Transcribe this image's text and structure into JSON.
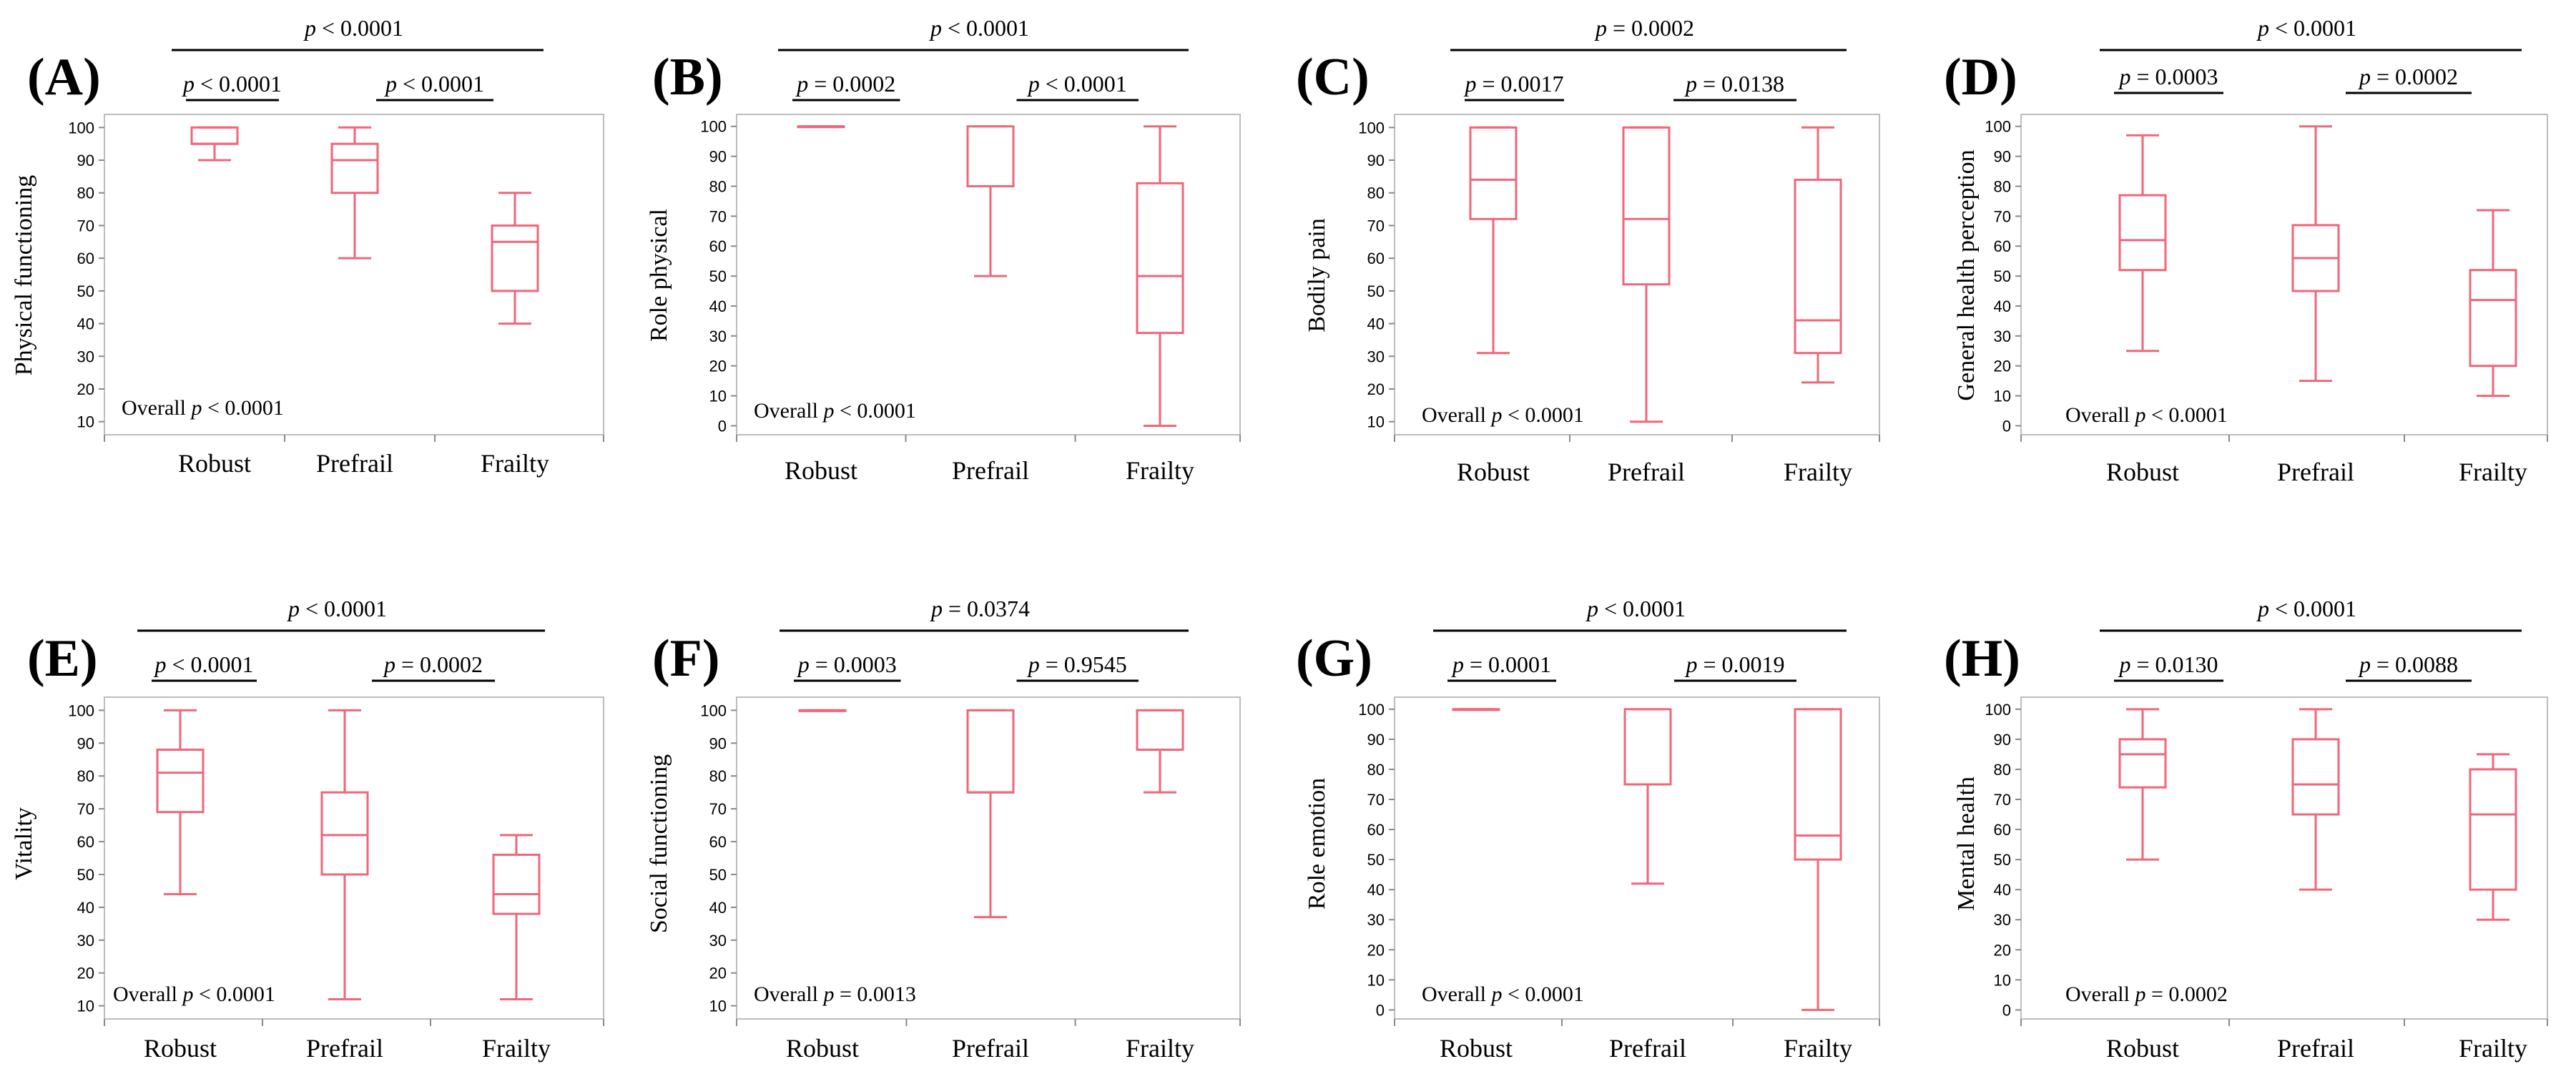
{
  "figure": {
    "box_color": "#f0667a",
    "frame_color": "#bdbdbd",
    "tick_color": "#8a8a8a",
    "bracket_color": "#000000"
  },
  "chart_data": [
    {
      "type": "box",
      "panel": "(A)",
      "ylabel": "Physical functioning",
      "categories": [
        "Robust",
        "Prefrail",
        "Frailty"
      ],
      "yticks": [
        10,
        20,
        30,
        40,
        50,
        60,
        70,
        80,
        90,
        100
      ],
      "ylim": [
        6,
        104
      ],
      "boxes": [
        {
          "category": "Robust",
          "min": 90,
          "q1": 95,
          "median": 95,
          "q3": 100,
          "max": 100
        },
        {
          "category": "Prefrail",
          "min": 60,
          "q1": 80,
          "median": 90,
          "q3": 95,
          "max": 100
        },
        {
          "category": "Frailty",
          "min": 40,
          "q1": 50,
          "median": 65,
          "q3": 70,
          "max": 80
        }
      ],
      "comparisons": {
        "top": "< 0.0001",
        "left": "< 0.0001",
        "right": "< 0.0001"
      },
      "overall": {
        "label": "Overall",
        "value": "< 0.0001"
      }
    },
    {
      "type": "box",
      "panel": "(B)",
      "ylabel": "Role physical",
      "categories": [
        "Robust",
        "Prefrail",
        "Frailty"
      ],
      "yticks": [
        0,
        10,
        20,
        30,
        40,
        50,
        60,
        70,
        80,
        90,
        100
      ],
      "ylim": [
        -3,
        104
      ],
      "boxes": [
        {
          "category": "Robust",
          "min": 100,
          "q1": 100,
          "median": 100,
          "q3": 100,
          "max": 100
        },
        {
          "category": "Prefrail",
          "min": 50,
          "q1": 80,
          "median": 80,
          "q3": 100,
          "max": 100
        },
        {
          "category": "Frailty",
          "min": 0,
          "q1": 31,
          "median": 50,
          "q3": 81,
          "max": 100
        }
      ],
      "comparisons": {
        "top": "< 0.0001",
        "left": "= 0.0002",
        "right": "< 0.0001"
      },
      "overall": {
        "label": "Overall",
        "value": "< 0.0001"
      }
    },
    {
      "type": "box",
      "panel": "(C)",
      "ylabel": "Bodily pain",
      "categories": [
        "Robust",
        "Prefrail",
        "Frailty"
      ],
      "yticks": [
        10,
        20,
        30,
        40,
        50,
        60,
        70,
        80,
        90,
        100
      ],
      "ylim": [
        6,
        104
      ],
      "boxes": [
        {
          "category": "Robust",
          "min": 31,
          "q1": 72,
          "median": 84,
          "q3": 100,
          "max": 100
        },
        {
          "category": "Prefrail",
          "min": 10,
          "q1": 52,
          "median": 72,
          "q3": 100,
          "max": 100
        },
        {
          "category": "Frailty",
          "min": 22,
          "q1": 31,
          "median": 41,
          "q3": 84,
          "max": 100
        }
      ],
      "comparisons": {
        "top": "= 0.0002",
        "left": "= 0.0017",
        "right": "= 0.0138"
      },
      "overall": {
        "label": "Overall",
        "value": "< 0.0001"
      }
    },
    {
      "type": "box",
      "panel": "(D)",
      "ylabel": "General health perception",
      "categories": [
        "Robust",
        "Prefrail",
        "Frailty"
      ],
      "yticks": [
        0,
        10,
        20,
        30,
        40,
        50,
        60,
        70,
        80,
        90,
        100
      ],
      "ylim": [
        -3,
        104
      ],
      "boxes": [
        {
          "category": "Robust",
          "min": 25,
          "q1": 52,
          "median": 62,
          "q3": 77,
          "max": 97
        },
        {
          "category": "Prefrail",
          "min": 15,
          "q1": 45,
          "median": 56,
          "q3": 67,
          "max": 100
        },
        {
          "category": "Frailty",
          "min": 10,
          "q1": 20,
          "median": 42,
          "q3": 52,
          "max": 72
        }
      ],
      "comparisons": {
        "top": "< 0.0001",
        "left": "= 0.0003",
        "right": "= 0.0002"
      },
      "overall": {
        "label": "Overall",
        "value": "< 0.0001"
      }
    },
    {
      "type": "box",
      "panel": "(E)",
      "ylabel": "Vitality",
      "categories": [
        "Robust",
        "Prefrail",
        "Frailty"
      ],
      "yticks": [
        10,
        20,
        30,
        40,
        50,
        60,
        70,
        80,
        90,
        100
      ],
      "ylim": [
        6,
        104
      ],
      "boxes": [
        {
          "category": "Robust",
          "min": 44,
          "q1": 69,
          "median": 81,
          "q3": 88,
          "max": 100
        },
        {
          "category": "Prefrail",
          "min": 12,
          "q1": 50,
          "median": 62,
          "q3": 75,
          "max": 100
        },
        {
          "category": "Frailty",
          "min": 12,
          "q1": 38,
          "median": 44,
          "q3": 56,
          "max": 62
        }
      ],
      "comparisons": {
        "top": "< 0.0001",
        "left": "< 0.0001",
        "right": "= 0.0002"
      },
      "overall": {
        "label": "Overall",
        "value": "< 0.0001"
      }
    },
    {
      "type": "box",
      "panel": "(F)",
      "ylabel": "Social functioning",
      "categories": [
        "Robust",
        "Prefrail",
        "Frailty"
      ],
      "yticks": [
        10,
        20,
        30,
        40,
        50,
        60,
        70,
        80,
        90,
        100
      ],
      "ylim": [
        6,
        104
      ],
      "boxes": [
        {
          "category": "Robust",
          "min": 100,
          "q1": 100,
          "median": 100,
          "q3": 100,
          "max": 100
        },
        {
          "category": "Prefrail",
          "min": 37,
          "q1": 75,
          "median": 75,
          "q3": 100,
          "max": 100
        },
        {
          "category": "Frailty",
          "min": 75,
          "q1": 88,
          "median": 88,
          "q3": 100,
          "max": 100
        }
      ],
      "comparisons": {
        "top": "= 0.0374",
        "left": "= 0.0003",
        "right": "= 0.9545"
      },
      "overall": {
        "label": "Overall",
        "value": "= 0.0013"
      }
    },
    {
      "type": "box",
      "panel": "(G)",
      "ylabel": "Role emotion",
      "categories": [
        "Robust",
        "Prefrail",
        "Frailty"
      ],
      "yticks": [
        0,
        10,
        20,
        30,
        40,
        50,
        60,
        70,
        80,
        90,
        100
      ],
      "ylim": [
        -3,
        104
      ],
      "boxes": [
        {
          "category": "Robust",
          "min": 100,
          "q1": 100,
          "median": 100,
          "q3": 100,
          "max": 100
        },
        {
          "category": "Prefrail",
          "min": 42,
          "q1": 75,
          "median": 75,
          "q3": 100,
          "max": 100
        },
        {
          "category": "Frailty",
          "min": 0,
          "q1": 50,
          "median": 58,
          "q3": 100,
          "max": 100
        }
      ],
      "comparisons": {
        "top": "< 0.0001",
        "left": "= 0.0001",
        "right": "= 0.0019"
      },
      "overall": {
        "label": "Overall",
        "value": "< 0.0001"
      }
    },
    {
      "type": "box",
      "panel": "(H)",
      "ylabel": "Mental health",
      "categories": [
        "Robust",
        "Prefrail",
        "Frailty"
      ],
      "yticks": [
        0,
        10,
        20,
        30,
        40,
        50,
        60,
        70,
        80,
        90,
        100
      ],
      "ylim": [
        -3,
        104
      ],
      "boxes": [
        {
          "category": "Robust",
          "min": 50,
          "q1": 74,
          "median": 85,
          "q3": 90,
          "max": 100
        },
        {
          "category": "Prefrail",
          "min": 40,
          "q1": 65,
          "median": 75,
          "q3": 90,
          "max": 100
        },
        {
          "category": "Frailty",
          "min": 30,
          "q1": 40,
          "median": 65,
          "q3": 80,
          "max": 85
        }
      ],
      "comparisons": {
        "top": "< 0.0001",
        "left": "= 0.0130",
        "right": "= 0.0088"
      },
      "overall": {
        "label": "Overall",
        "value": "= 0.0002"
      }
    }
  ]
}
